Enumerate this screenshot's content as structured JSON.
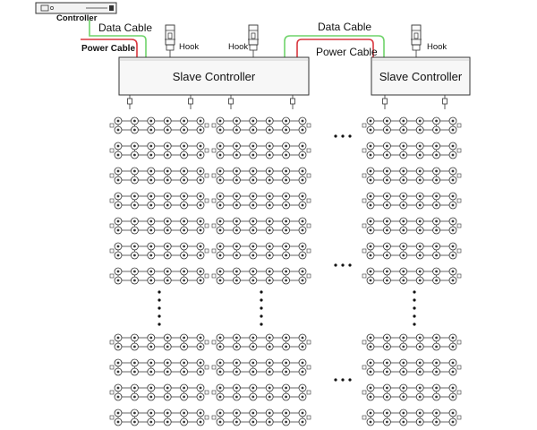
{
  "labels": {
    "controller": "Controller",
    "data_cable_left": "Data Cable",
    "power_cable_left": "Power Cable",
    "data_cable_right": "Data Cable",
    "power_cable_right": "Power Cable",
    "hook_1": "Hook",
    "hook_2": "Hook",
    "hook_3": "Hook",
    "slave_controller_left": "Slave Controller",
    "slave_controller_right": "Slave Controller"
  },
  "colors": {
    "data_cable": "#6fd36a",
    "power_cable": "#d9363e",
    "line": "#333333",
    "box_fill": "#f7f7f7"
  },
  "icons": {
    "controller": "rack-controller-icon",
    "hook": "hanging-hook-icon",
    "panel": "led-pixel-panel-icon",
    "ellipsis": "ellipsis-dots"
  }
}
